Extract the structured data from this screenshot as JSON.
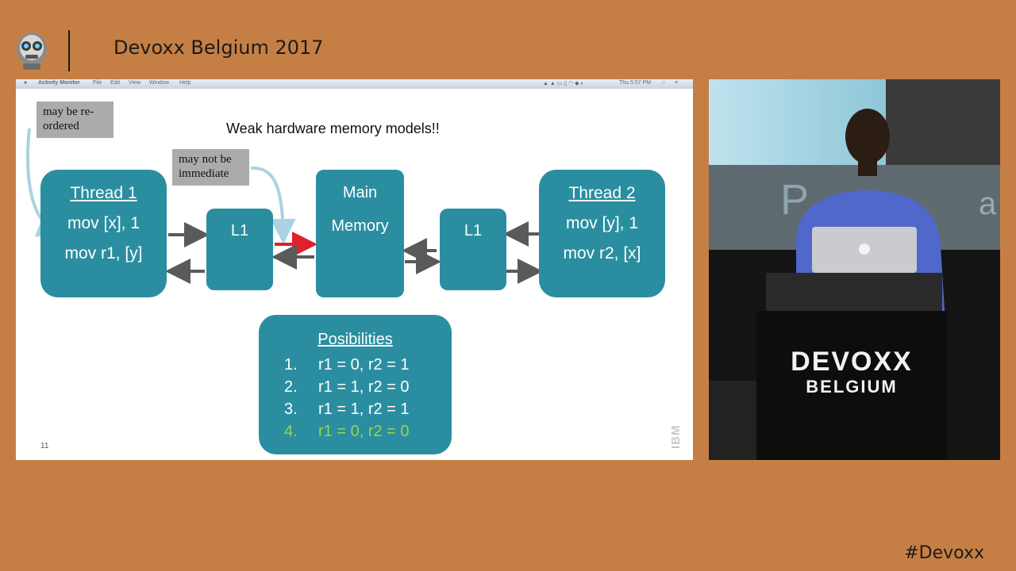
{
  "header": {
    "event_title": "Devoxx Belgium 2017",
    "hashtag": "#Devoxx"
  },
  "menubar": {
    "app_name": "Activity Monitor",
    "items": [
      "File",
      "Edit",
      "View",
      "Window",
      "Help"
    ],
    "clock": "Thu 5:57 PM"
  },
  "slide": {
    "title": "Weak hardware memory models!!",
    "note_reordered": "may be re-ordered",
    "note_reordered_l1": "may be re-",
    "note_reordered_l2": "ordered",
    "note_immediate_l1": "may not be",
    "note_immediate_l2": "immediate",
    "thread1": {
      "title": "Thread 1",
      "line1": "mov [x], 1",
      "line2": "mov r1, [y]"
    },
    "thread2": {
      "title": "Thread 2",
      "line1": "mov [y], 1",
      "line2": "mov r2, [x]"
    },
    "l1_left": "L1",
    "l1_right": "L1",
    "main_memory_l1": "Main",
    "main_memory_l2": "Memory",
    "possibilities": {
      "title": "Posibilities",
      "items": [
        {
          "num": "1.",
          "text": "r1 = 0, r2 = 1"
        },
        {
          "num": "2.",
          "text": "r1 = 1, r2 = 0"
        },
        {
          "num": "3.",
          "text": "r1 = 1, r2 = 1"
        },
        {
          "num": "4.",
          "text": "r1 = 0, r2 = 0"
        }
      ]
    },
    "page_number": "11",
    "ibm_logo_text": "IBM"
  },
  "video": {
    "podium_line1": "DEVOXX",
    "podium_line2": "BELGIUM"
  },
  "colors": {
    "background": "#c57f45",
    "teal": "#2a8ea0",
    "highlight_green": "#9dd24c",
    "red_arrow": "#e0202a",
    "grey_arrow": "#5a5a5a"
  }
}
